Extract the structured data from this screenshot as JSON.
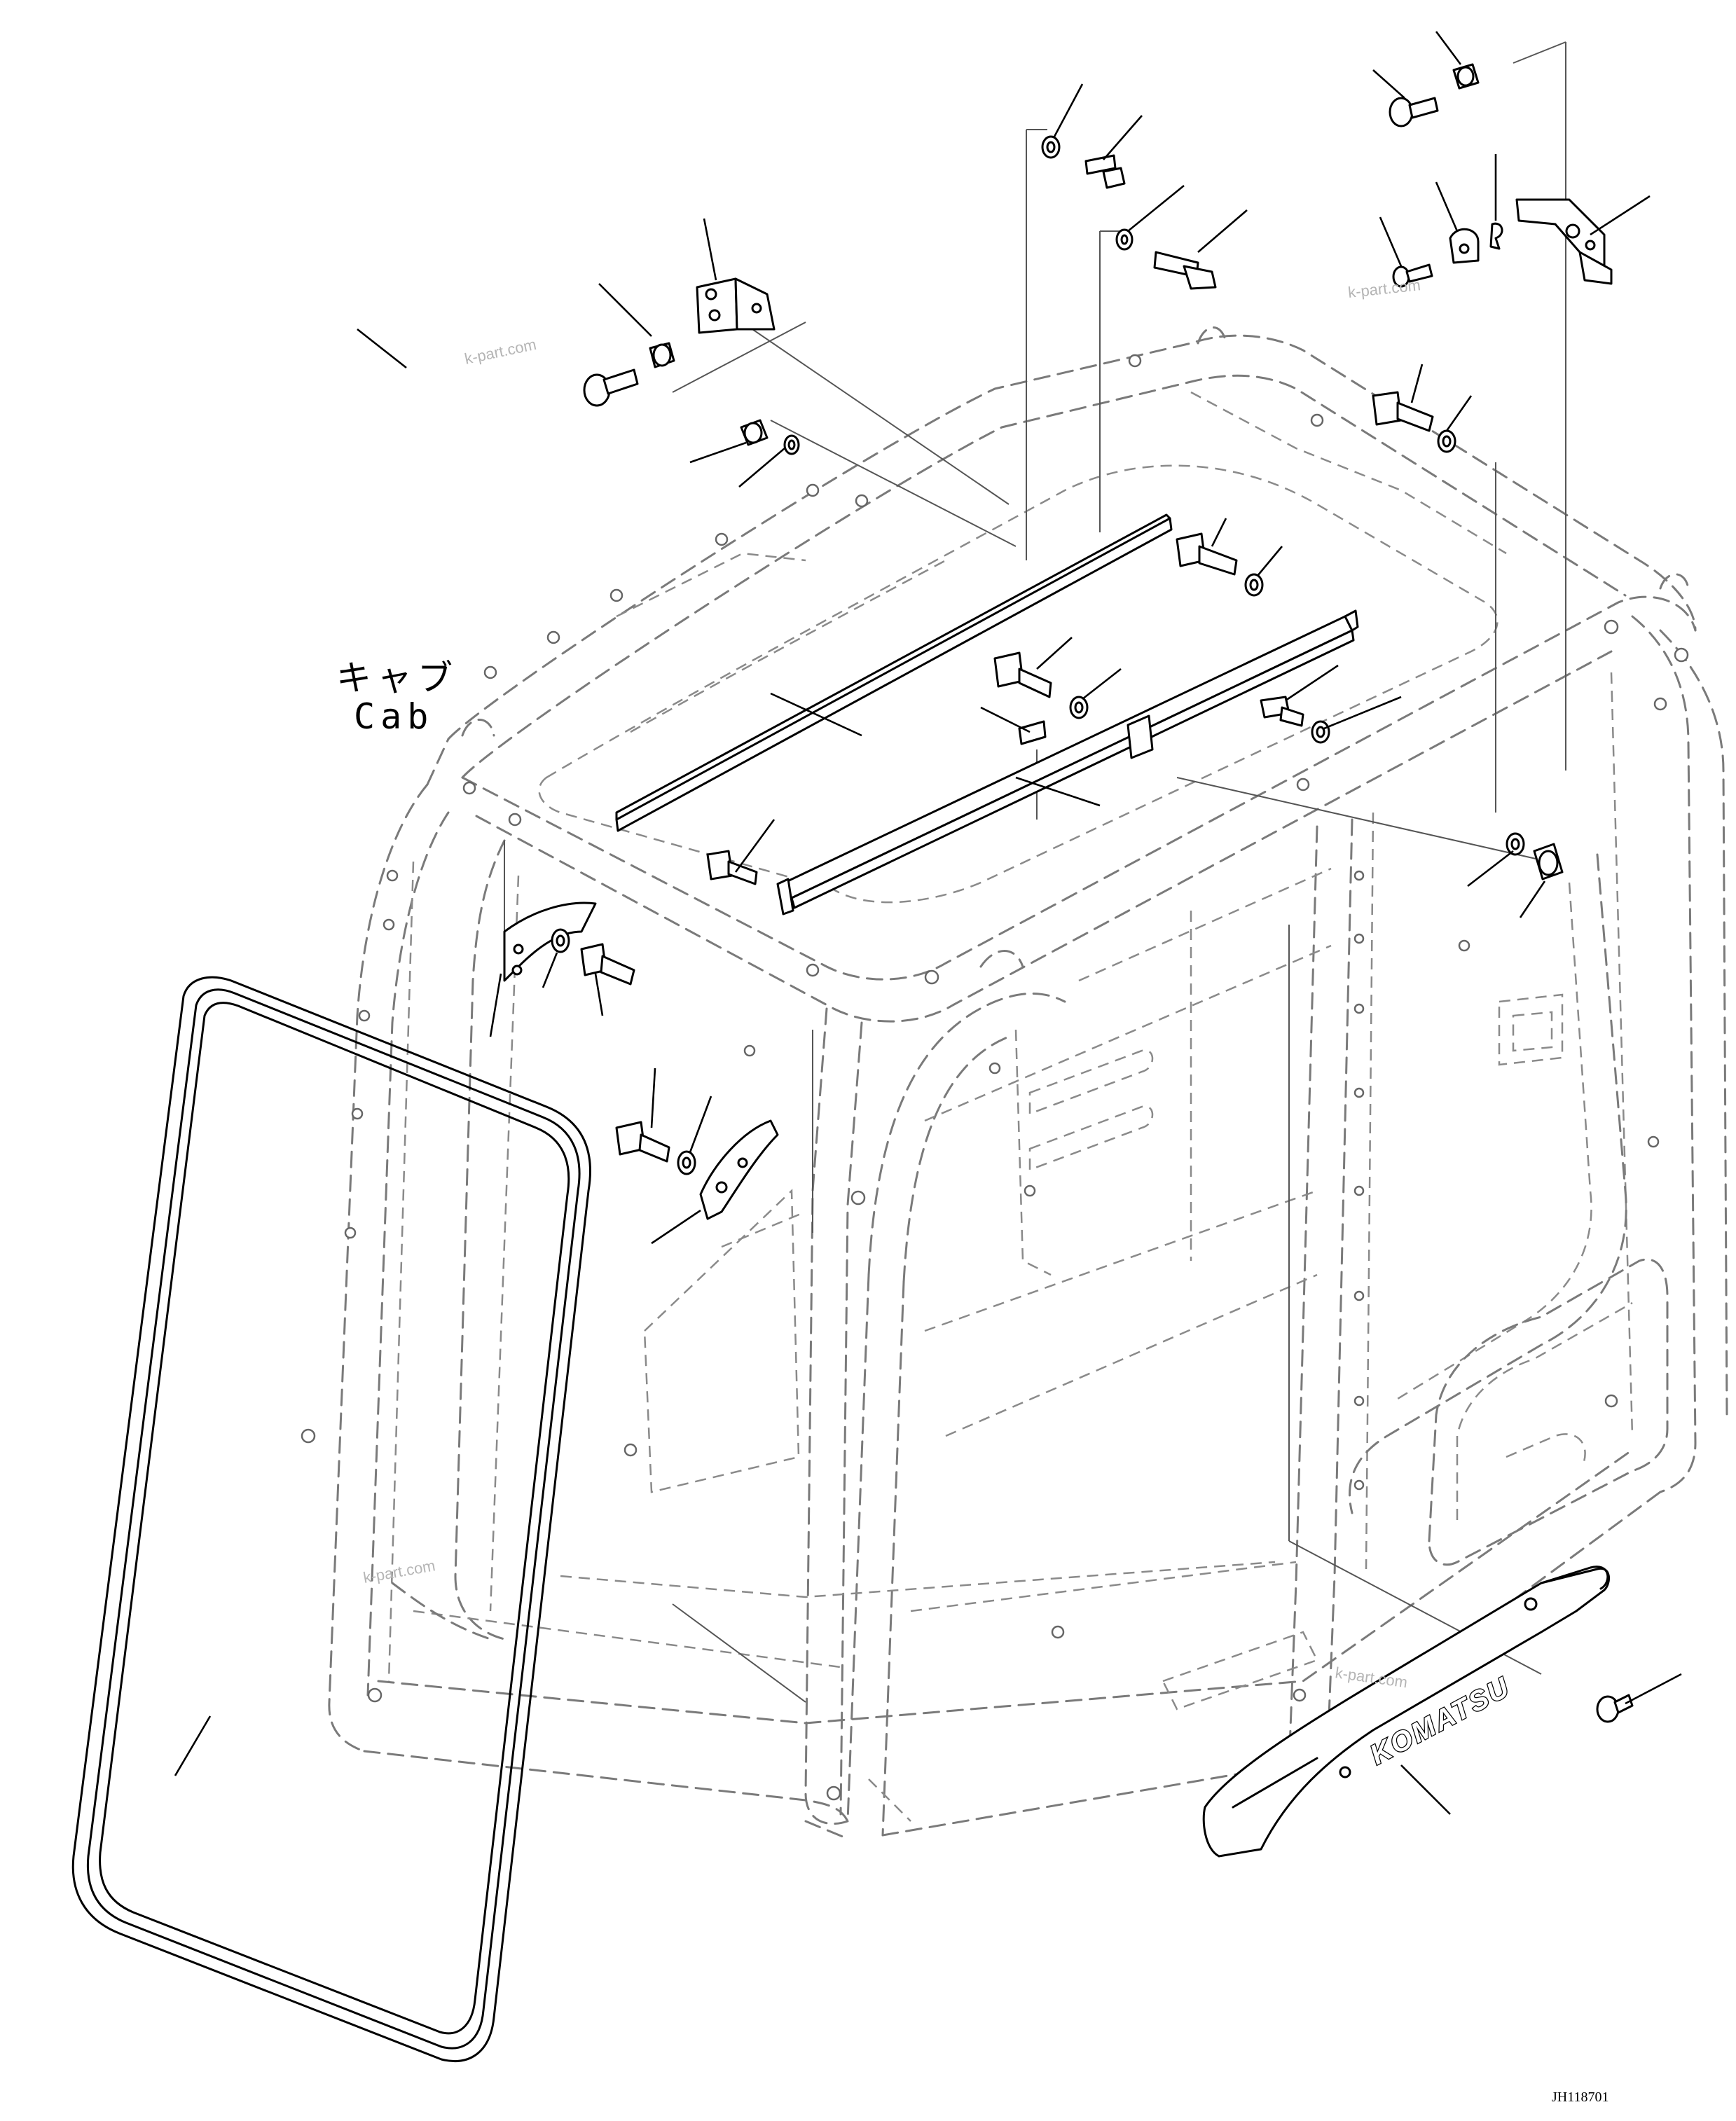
{
  "labels": {
    "cab_japanese": "キャブ",
    "cab_english": "Cab"
  },
  "watermarks": [
    "k-part.com",
    "k-part.com",
    "k-part.com",
    "k-part.com"
  ],
  "drawing_code": "JH118701",
  "brand_mark": "KOMATSU",
  "colors": {
    "line": "#000000",
    "hidden_line": "#7a7a7a",
    "watermark": "#b5b5b5",
    "background": "#ffffff"
  }
}
